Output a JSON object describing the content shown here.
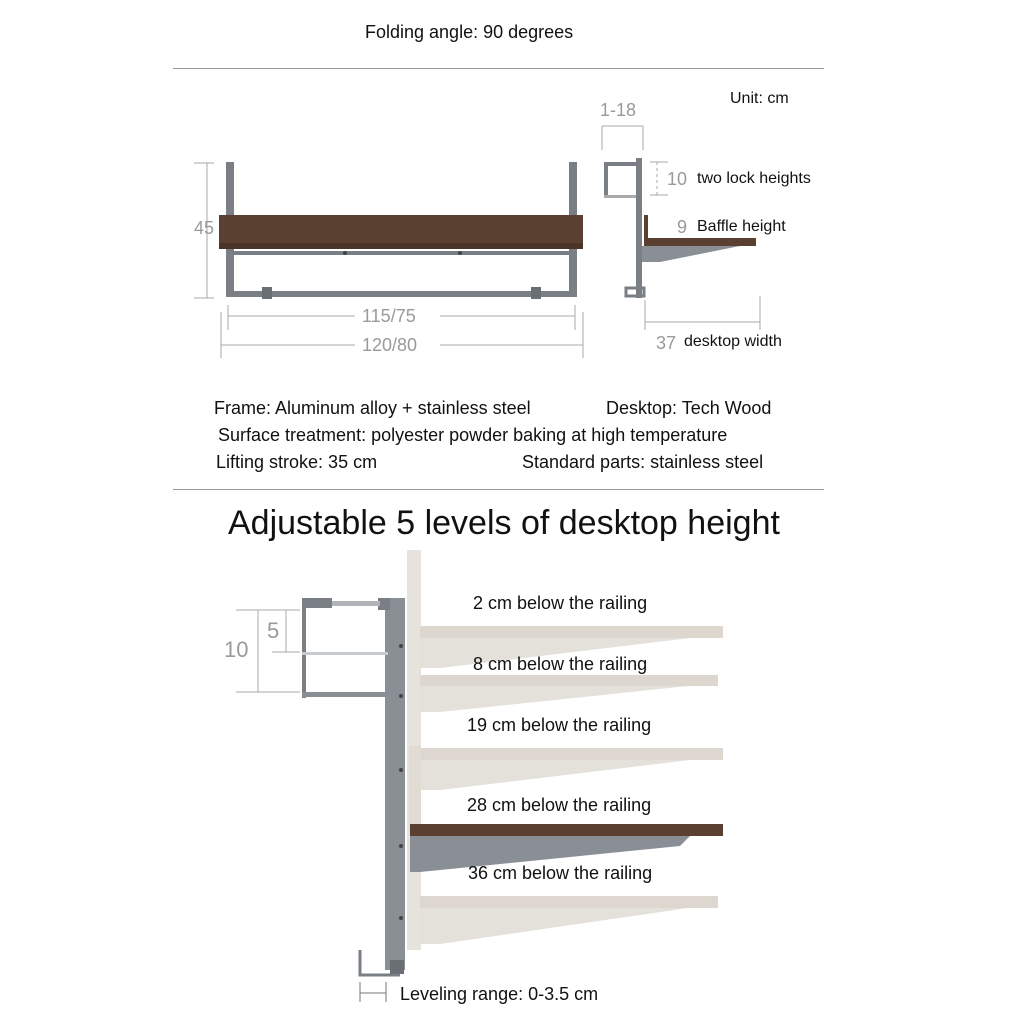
{
  "top_caption": "Folding angle: 90 degrees",
  "unit": "Unit: cm",
  "dims": {
    "height": "45",
    "inner_width": "115/75",
    "outer_width": "120/80",
    "clamp_range": "1-18",
    "lock_height_value": "10",
    "lock_height_label": "two lock heights",
    "baffle_value": "9",
    "baffle_label": "Baffle height",
    "desk_width_value": "37",
    "desk_width_label": "desktop width"
  },
  "specs": {
    "frame": "Frame: Aluminum alloy + stainless steel",
    "desktop": "Desktop: Tech Wood",
    "surface": "Surface treatment: polyester powder baking at high temperature",
    "stroke": "Lifting stroke: 35 cm",
    "parts": "Standard parts: stainless steel"
  },
  "levels_title": "Adjustable 5 levels of desktop height",
  "levels": [
    "2 cm below the railing",
    "8 cm below the railing",
    "19 cm below the railing",
    "28 cm below the railing",
    "36 cm below the railing"
  ],
  "side_dims": {
    "outer": "10",
    "inner": "5"
  },
  "leveling": "Leveling range: 0-3.5 cm",
  "colors": {
    "wood": "#5a4030",
    "metal": "#7a7f86",
    "ghost": "#d7d2cb"
  }
}
